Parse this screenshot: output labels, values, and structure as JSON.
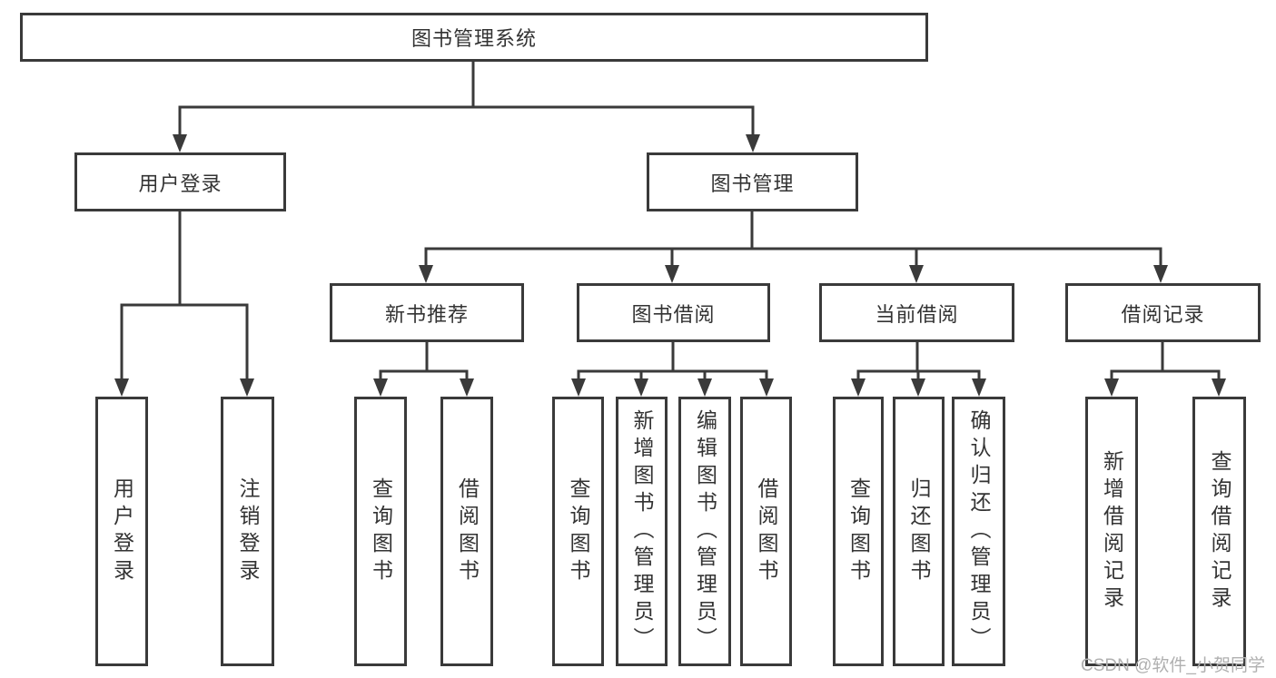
{
  "diagram": {
    "tree": {
      "label": "图书管理系统",
      "children": [
        {
          "label": "用户登录",
          "children": [
            {
              "label": "用户登录"
            },
            {
              "label": "注销登录"
            }
          ]
        },
        {
          "label": "图书管理",
          "children": [
            {
              "label": "新书推荐",
              "children": [
                {
                  "label": "查询图书"
                },
                {
                  "label": "借阅图书"
                }
              ]
            },
            {
              "label": "图书借阅",
              "children": [
                {
                  "label": "查询图书"
                },
                {
                  "label": "新增图书（管理员）"
                },
                {
                  "label": "编辑图书（管理员）"
                },
                {
                  "label": "借阅图书"
                }
              ]
            },
            {
              "label": "当前借阅",
              "children": [
                {
                  "label": "查询图书"
                },
                {
                  "label": "归还图书"
                },
                {
                  "label": "确认归还（管理员）"
                }
              ]
            },
            {
              "label": "借阅记录",
              "children": [
                {
                  "label": "新增借阅记录"
                },
                {
                  "label": "查询借阅记录"
                }
              ]
            }
          ]
        }
      ]
    },
    "watermark": "CSDN @软件_小贺同学",
    "colors": {
      "line": "#3a3a3a",
      "text": "#333333",
      "watermark": "#b0b0b0",
      "background": "#ffffff"
    }
  }
}
